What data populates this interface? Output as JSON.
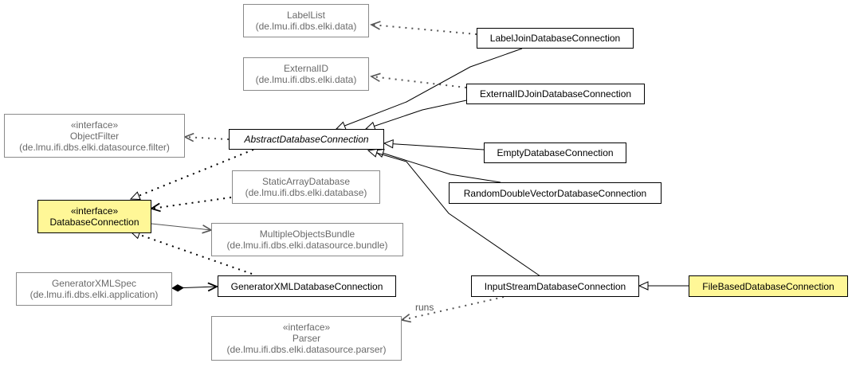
{
  "nodes": {
    "labellist": {
      "name": "LabelList",
      "package": "(de.lmu.ifi.dbs.elki.data)"
    },
    "externalid": {
      "name": "ExternalID",
      "package": "(de.lmu.ifi.dbs.elki.data)"
    },
    "objectfilter": {
      "stereotype": "«interface»",
      "name": "ObjectFilter",
      "package": "(de.lmu.ifi.dbs.elki.datasource.filter)"
    },
    "abstractdbconn": {
      "name": "AbstractDatabaseConnection"
    },
    "staticarraydb": {
      "name": "StaticArrayDatabase",
      "package": "(de.lmu.ifi.dbs.elki.database)"
    },
    "databaseconnection": {
      "stereotype": "«interface»",
      "name": "DatabaseConnection"
    },
    "multipleobjectsbundle": {
      "name": "MultipleObjectsBundle",
      "package": "(de.lmu.ifi.dbs.elki.datasource.bundle)"
    },
    "generatorxmlspec": {
      "name": "GeneratorXMLSpec",
      "package": "(de.lmu.ifi.dbs.elki.application)"
    },
    "generatorxmldbconn": {
      "name": "GeneratorXMLDatabaseConnection"
    },
    "parser": {
      "stereotype": "«interface»",
      "name": "Parser",
      "package": "(de.lmu.ifi.dbs.elki.datasource.parser)"
    },
    "labeljoin": {
      "name": "LabelJoinDatabaseConnection"
    },
    "externalidjoin": {
      "name": "ExternalIDJoinDatabaseConnection"
    },
    "emptydb": {
      "name": "EmptyDatabaseConnection"
    },
    "randomdouble": {
      "name": "RandomDoubleVectorDatabaseConnection"
    },
    "inputstream": {
      "name": "InputStreamDatabaseConnection"
    },
    "filebased": {
      "name": "FileBasedDatabaseConnection"
    }
  },
  "edge_labels": {
    "runs": "runs"
  },
  "colors": {
    "highlight_fill": "#fff797",
    "external_border": "#8a8a8a",
    "external_text": "#6a6a6a",
    "edge_dependency": "#555555"
  }
}
